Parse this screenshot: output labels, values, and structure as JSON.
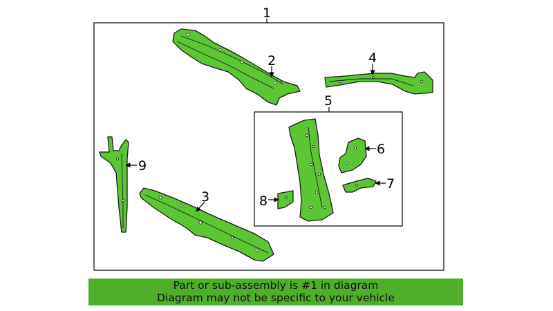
{
  "diagram": {
    "callouts": {
      "c1": "1",
      "c2": "2",
      "c3": "3",
      "c4": "4",
      "c5": "5",
      "c6": "6",
      "c7": "7",
      "c8": "8",
      "c9": "9"
    },
    "part_color": "#5cc534"
  },
  "banner": {
    "line1": "Part or sub-assembly is #1 in diagram",
    "line2": "Diagram may not be specific to your vehicle",
    "color": "#4fae2a"
  }
}
